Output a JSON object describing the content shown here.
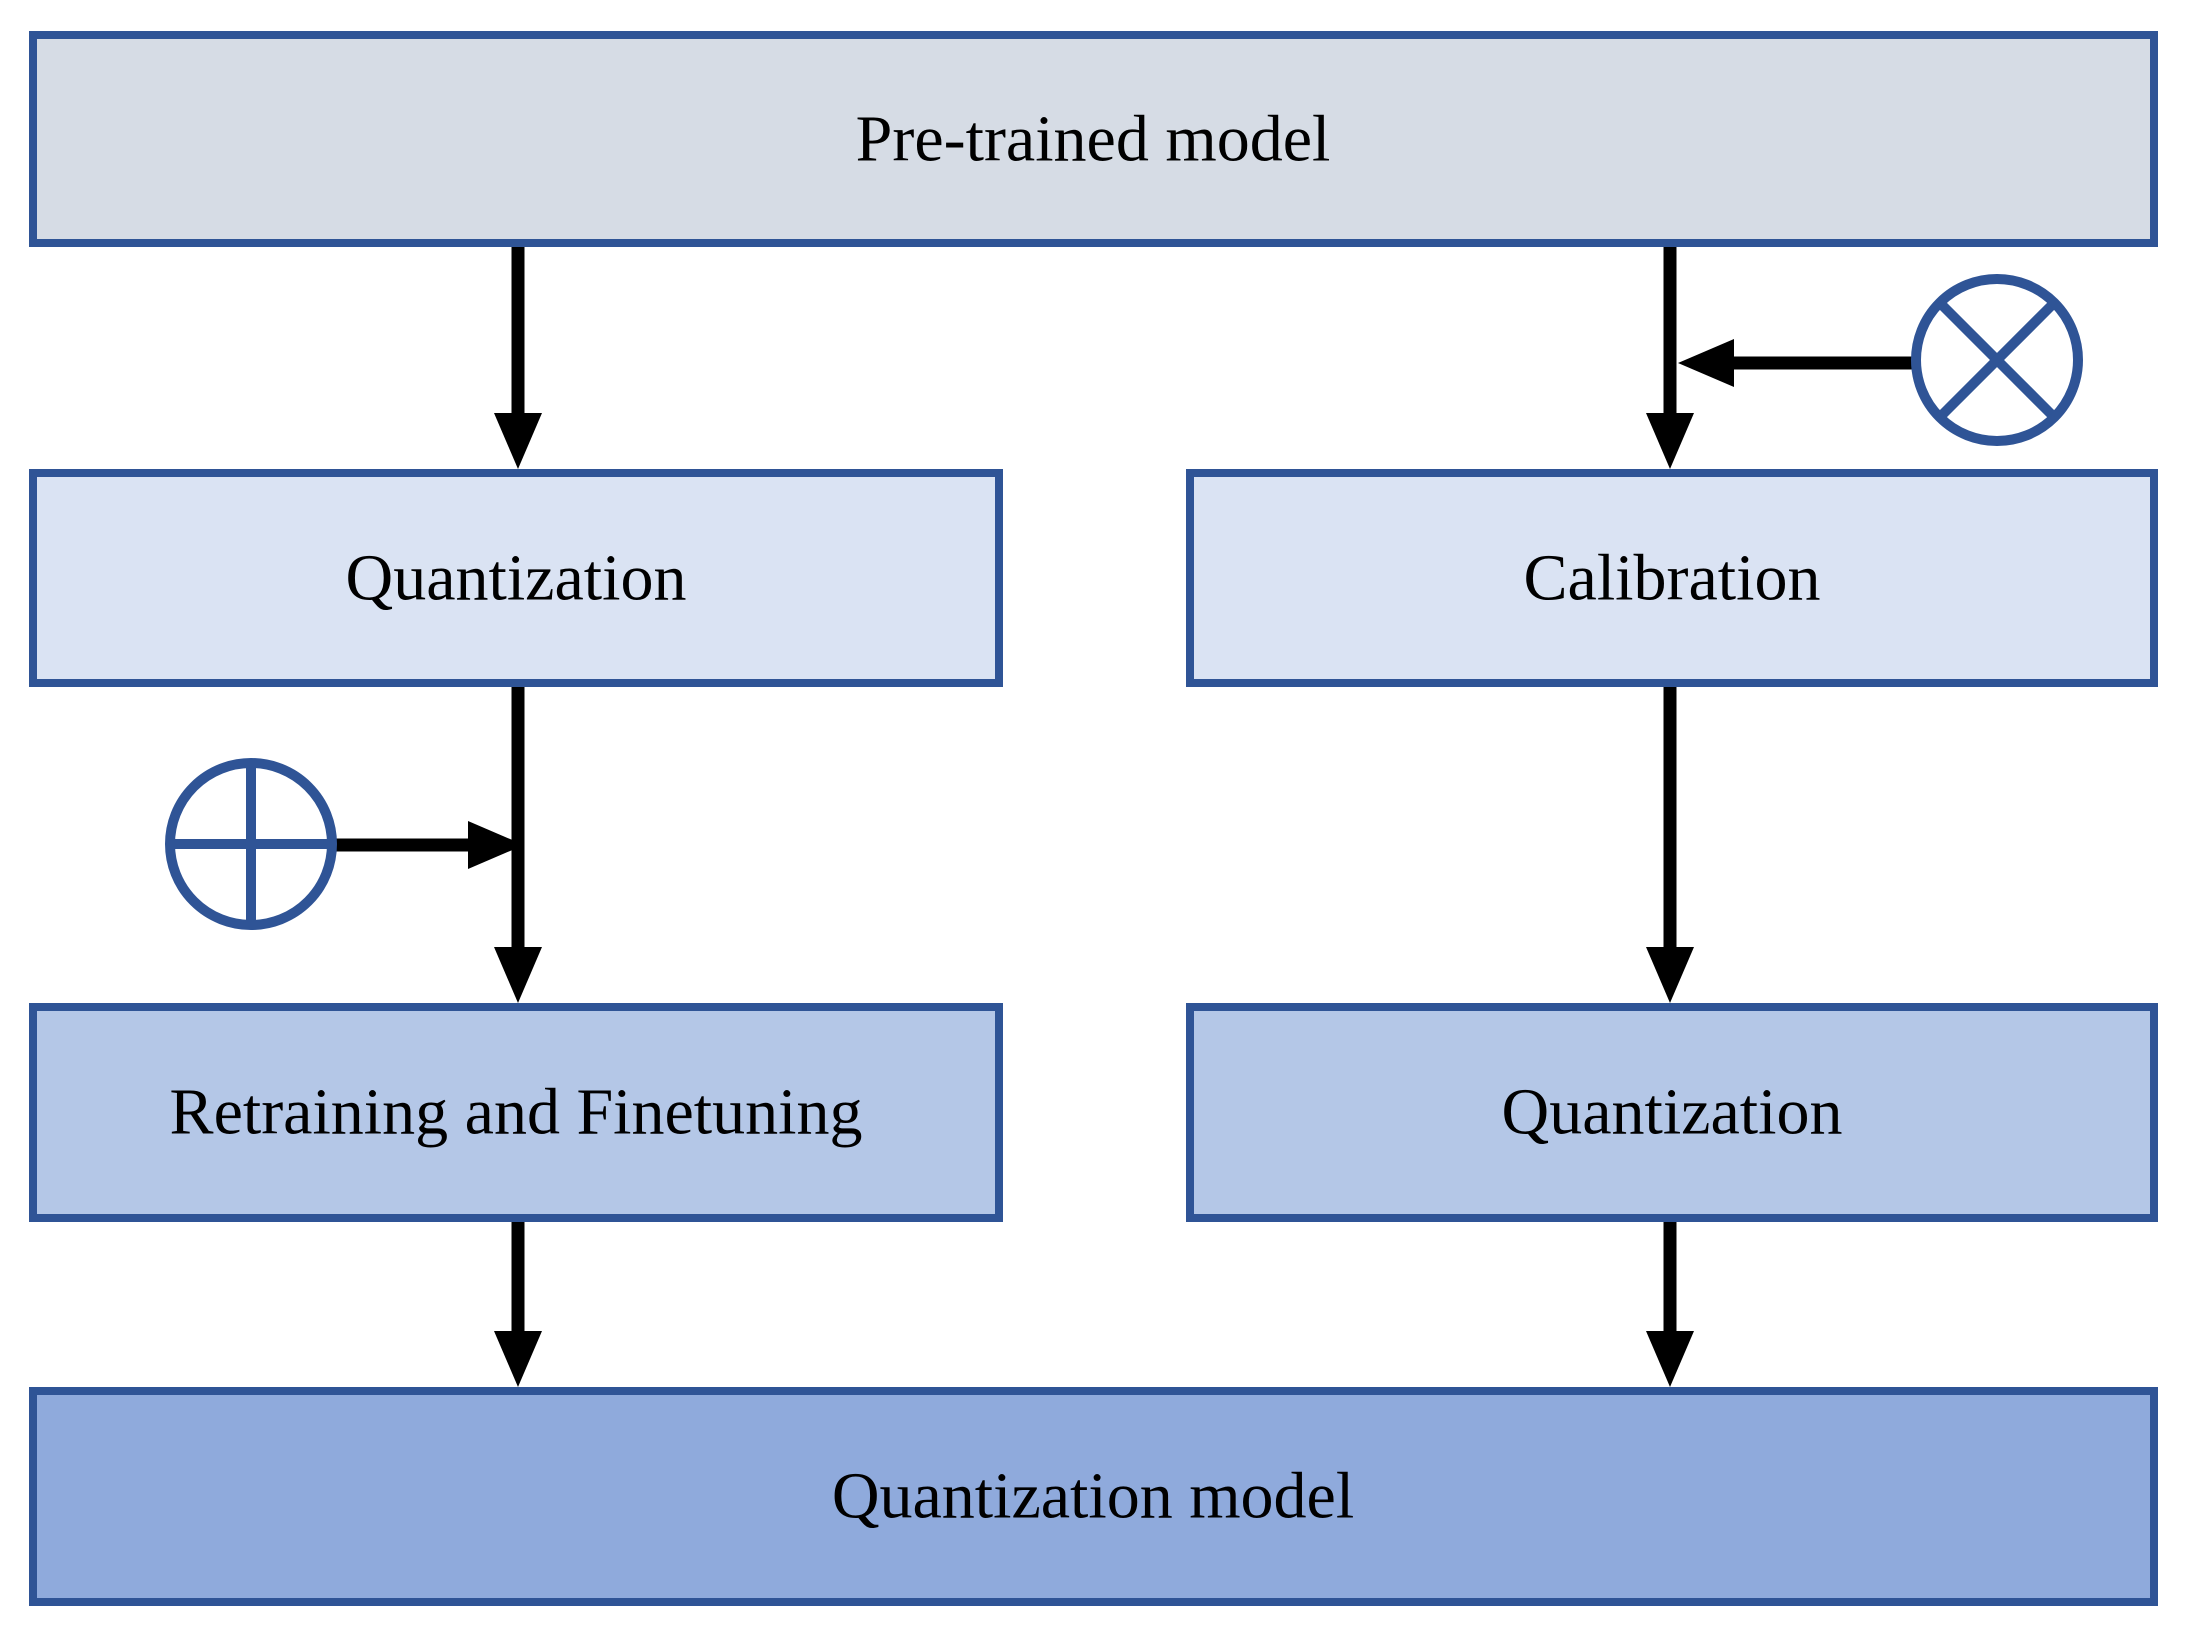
{
  "diagram": {
    "type": "flowchart",
    "nodes": {
      "pretrained": {
        "label": "Pre-trained model"
      },
      "quantization_left": {
        "label": "Quantization"
      },
      "calibration": {
        "label": "Calibration"
      },
      "retraining": {
        "label": "Retraining and Finetuning"
      },
      "quantization_right": {
        "label": "Quantization"
      },
      "quantization_model": {
        "label": "Quantization model"
      }
    },
    "edges": [
      {
        "from": "pretrained",
        "to": "quantization_left"
      },
      {
        "from": "pretrained",
        "to": "calibration",
        "annotation": "circled-x-icon"
      },
      {
        "from": "quantization_left",
        "to": "retraining",
        "annotation": "circled-plus-icon"
      },
      {
        "from": "calibration",
        "to": "quantization_right"
      },
      {
        "from": "retraining",
        "to": "quantization_model"
      },
      {
        "from": "quantization_right",
        "to": "quantization_model"
      }
    ],
    "icons": {
      "circled_x": "circled-x-icon",
      "circled_plus": "circled-plus-icon"
    },
    "colors": {
      "border": "#2F5496",
      "symbol_stroke": "#2F5496",
      "arrow": "#000000",
      "fill_pretrained": "#D6DCE5",
      "fill_stage1": "#DAE3F3",
      "fill_stage2": "#B4C7E7",
      "fill_final": "#8FAADC",
      "background": "#FFFFFF"
    }
  }
}
